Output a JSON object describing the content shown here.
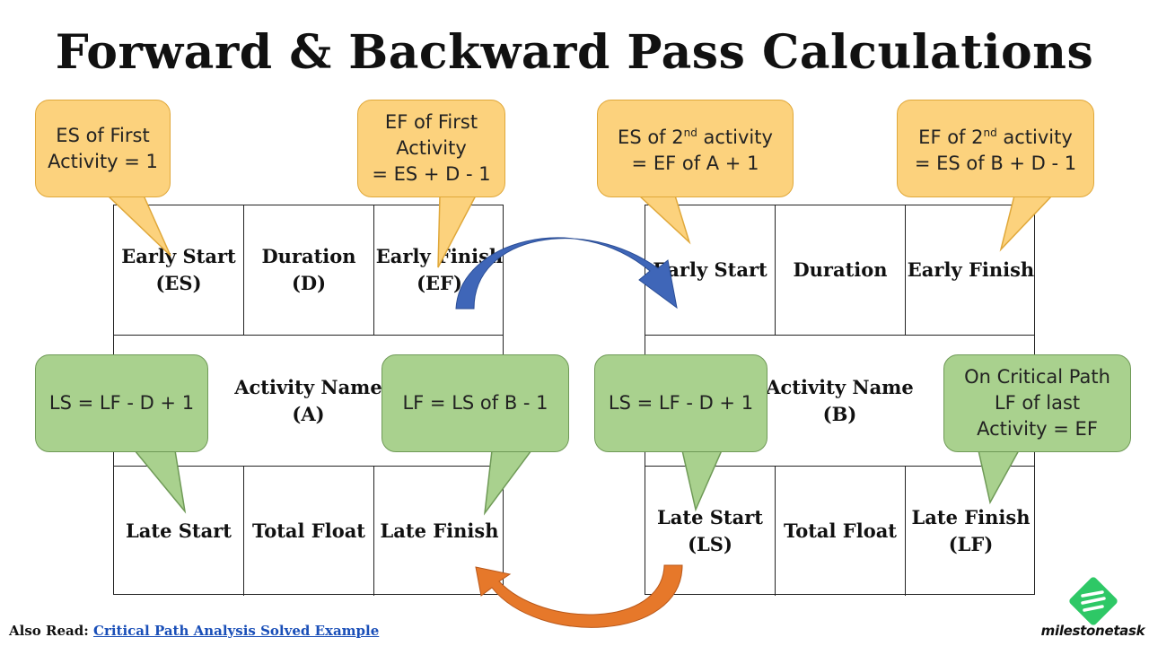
{
  "title": "Forward & Backward Pass Calculations",
  "activity_a": {
    "early_start": [
      "Early Start",
      "(ES)"
    ],
    "duration": [
      "Duration",
      "(D)"
    ],
    "early_finish": [
      "Early Finish",
      "(EF)"
    ],
    "activity_name": [
      "Activity Name",
      "(A)"
    ],
    "late_start": [
      "Late Start"
    ],
    "total_float": [
      "Total Float"
    ],
    "late_finish": [
      "Late Finish"
    ]
  },
  "activity_b": {
    "early_start": [
      "Early Start"
    ],
    "duration": [
      "Duration"
    ],
    "early_finish": [
      "Early Finish"
    ],
    "activity_name": [
      "Activity Name",
      "(B)"
    ],
    "late_start": [
      "Late Start",
      "(LS)"
    ],
    "total_float": [
      "Total Float"
    ],
    "late_finish": [
      "Late Finish",
      "(LF)"
    ]
  },
  "callouts": {
    "es_first": "ES of First\nActivity = 1",
    "ef_first": "EF of First\nActivity\n= ES + D - 1",
    "es_second": "ES of 2nd activity\n= EF of A + 1",
    "ef_second": "EF of 2nd activity\n= ES of B + D - 1",
    "ls_a": "LS = LF - D + 1",
    "lf_a": "LF = LS of B -  1",
    "ls_b": "LS = LF - D + 1",
    "lf_last": "On Critical Path\nLF of last\nActivity = EF"
  },
  "colors": {
    "orange_callout": "#fcd27d",
    "green_callout": "#a9d18e",
    "forward_arrow": "#3f66b8",
    "backward_arrow": "#e6782a",
    "logo": "#2ec866"
  },
  "footer": {
    "prefix": "Also Read:",
    "link_text": "Critical Path Analysis Solved Example"
  },
  "logo": {
    "text": "milestonetask",
    "icon": "milestonetask-logo-icon"
  }
}
